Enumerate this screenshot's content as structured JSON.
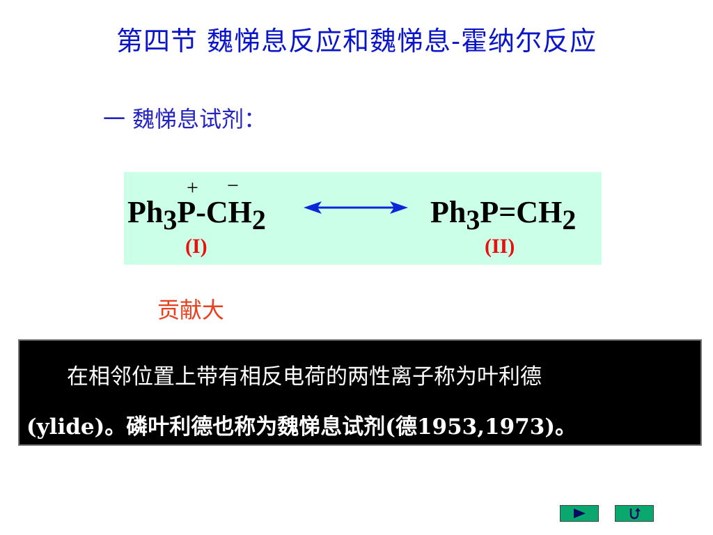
{
  "title": "第四节   魏悌息反应和魏悌息-霍纳尔反应",
  "subtitle": "一  魏悌息试剂：",
  "formula": {
    "left": {
      "prefix": "Ph",
      "sub1": "3",
      "mid": "P-CH",
      "sub2": "2",
      "charge_plus": "+",
      "charge_minus": "−",
      "label": "(I)"
    },
    "right": {
      "prefix": "Ph",
      "sub1": "3",
      "mid": "P=CH",
      "sub2": "2",
      "label": "(II)"
    },
    "arrow_color": "#0a28d8",
    "box_color": "#ccffe8"
  },
  "note": "贡献大",
  "definition": {
    "line1": "在相邻位置上带有相反电荷的两性离子称为叶利德",
    "line2": "(ylide)。磷叶利德也称为魏悌息试剂(德1953,1973)。"
  },
  "nav": {
    "next_icon": "play-right-icon",
    "return_icon": "return-arrow-icon",
    "button_color": "#0aa86e"
  }
}
